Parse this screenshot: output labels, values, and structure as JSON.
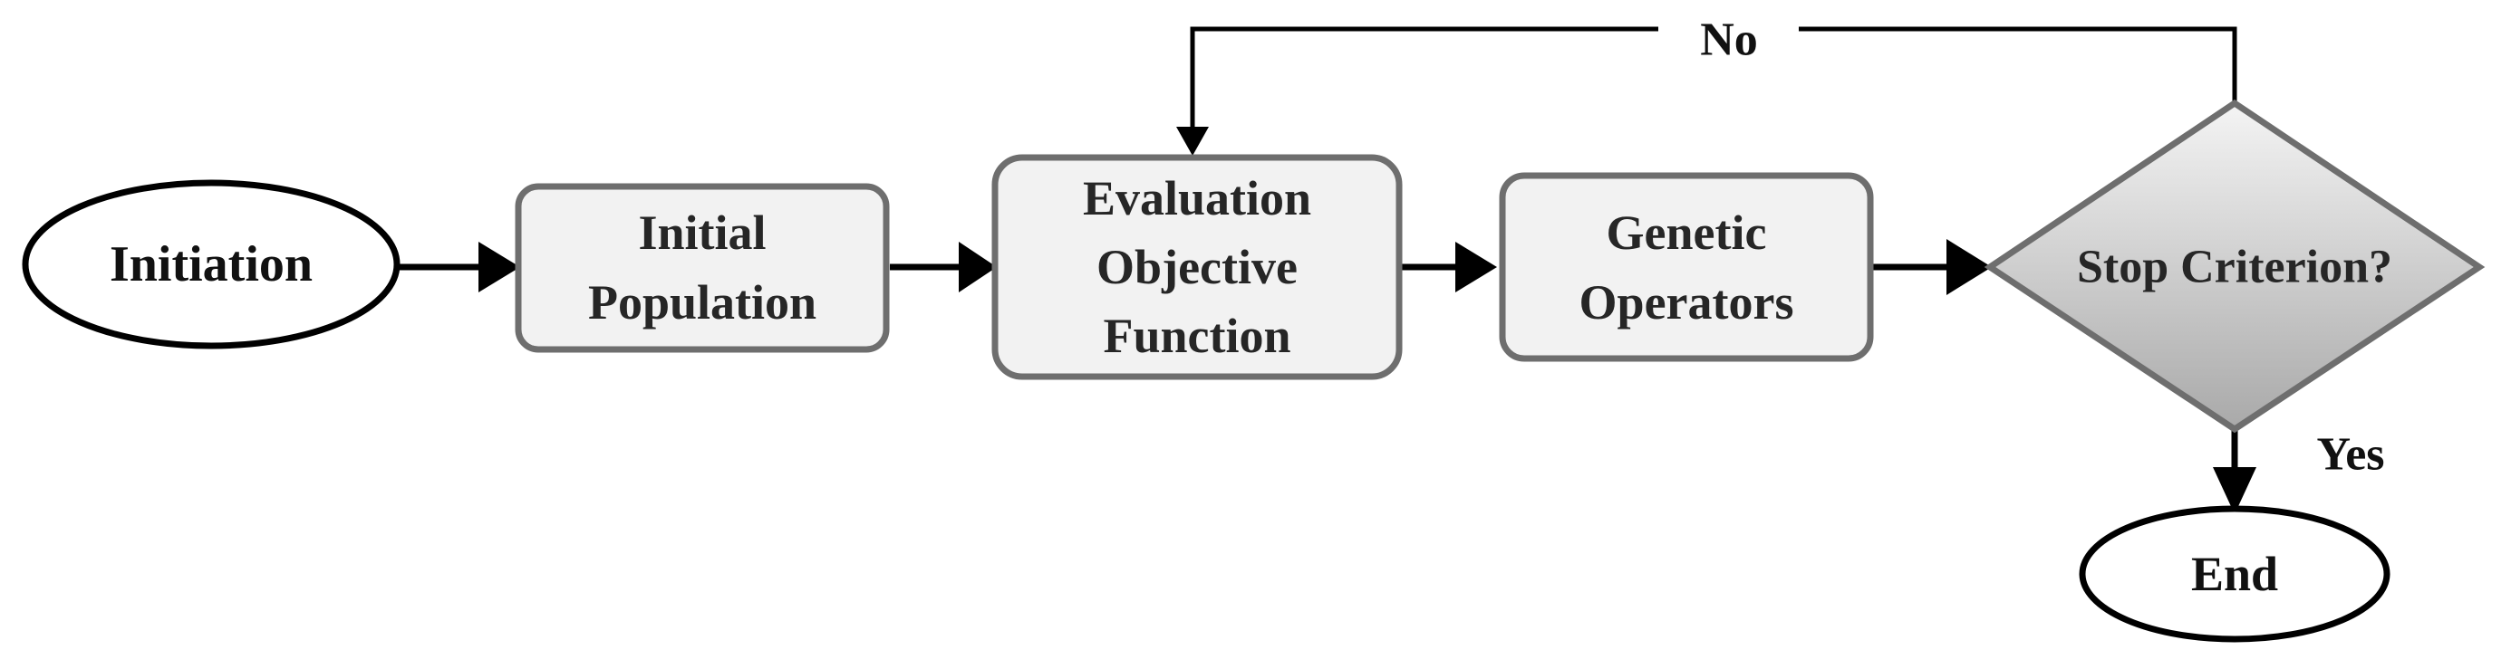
{
  "nodes": {
    "initiation": {
      "label": "Initiation"
    },
    "initial_population": {
      "lines": [
        "Initial",
        "Population"
      ]
    },
    "evaluation": {
      "lines": [
        "Evaluation",
        "Objective",
        "Function"
      ]
    },
    "genetic_operators": {
      "lines": [
        "Genetic",
        "Operators"
      ]
    },
    "stop_criterion": {
      "label": "Stop Criterion?"
    },
    "end": {
      "label": "End"
    }
  },
  "edges": {
    "no_label": "No",
    "yes_label": "Yes"
  },
  "colors": {
    "line": "#000000",
    "box_fill": "#f2f2f2",
    "box_stroke": "#6e6e6e",
    "diamond_top": "#f4f4f4",
    "diamond_bottom": "#a9a9a9"
  }
}
